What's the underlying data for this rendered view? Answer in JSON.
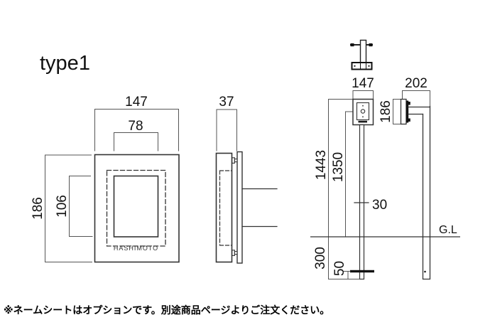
{
  "title": "type1",
  "footnote": "※ネームシートはオプションです。別途商品ページよりご注文ください。",
  "colors": {
    "line": "#333333",
    "dim": "#555555",
    "text": "#111111",
    "bg": "#ffffff"
  },
  "front_view": {
    "outer_width": "147",
    "inner_width": "78",
    "outer_height": "186",
    "inner_height": "106",
    "brand": "HASHIMOTO"
  },
  "side_view": {
    "depth": "37"
  },
  "pole_front_view": {
    "plate_width": "147",
    "total_height": "1443",
    "center_height": "1350",
    "pole_width": "30",
    "embed_depth": "300",
    "anchor_offset": "50"
  },
  "pole_side_view": {
    "overall_depth": "202",
    "plate_height": "186",
    "ground_line": "G.L"
  }
}
